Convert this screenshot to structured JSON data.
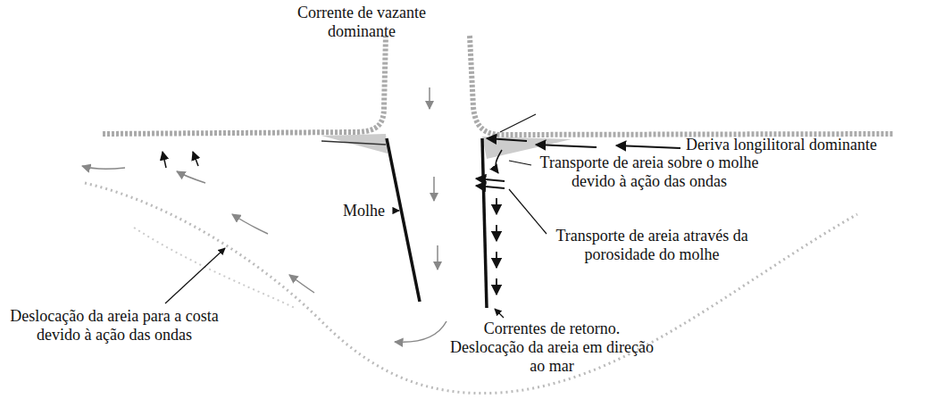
{
  "diagram": {
    "labels": [
      "Corrente de vazante dominante",
      "Deriva longilitoral dominante",
      "Transporte de areia sobre o molhe devido à ação das ondas",
      "Molhe",
      "Transporte de areia através da porosidade do molhe",
      "Deslocação da areia para a costa devido à ação das ondas",
      "Correntes de retorno. Deslocação da areia em direção ao mar"
    ]
  }
}
